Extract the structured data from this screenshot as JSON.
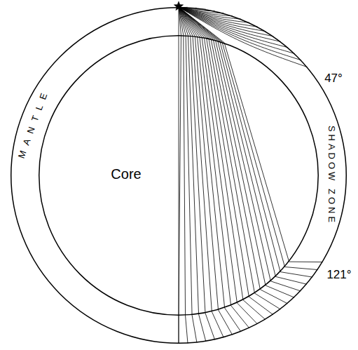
{
  "diagram": {
    "nodes": [
      {
        "text": [
          "MANTLE"
        ]
      },
      {
        "text": [
          "Core"
        ],
        "in": 0
      }
    ],
    "labels": [
      "47°",
      "SHADOW ZONE",
      "121°"
    ]
  }
}
